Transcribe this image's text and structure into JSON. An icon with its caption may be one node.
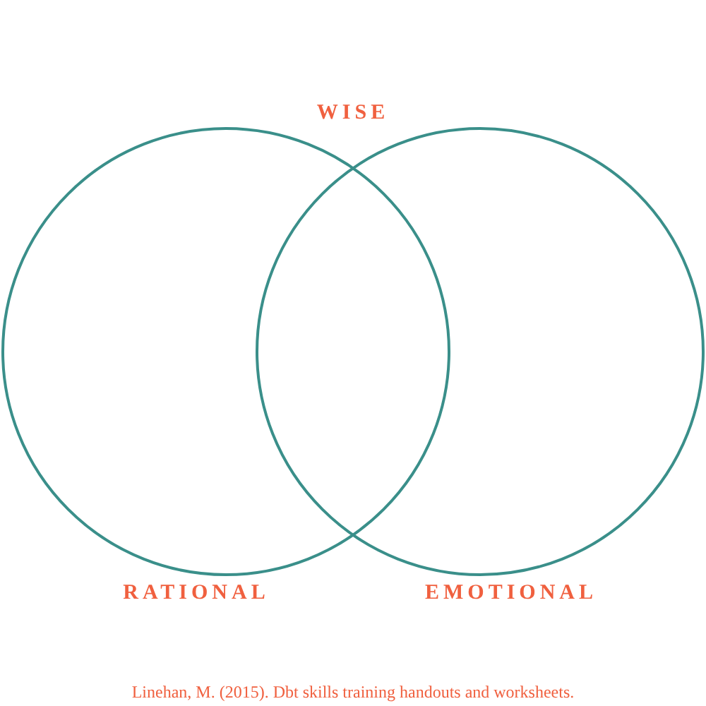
{
  "diagram": {
    "caption": "Linehan, M. (2015). Dbt skills training handouts and worksheets.",
    "nodes": [
      {
        "text": [
          "RATIONAL"
        ]
      },
      {
        "text": [
          "EMOTIONAL"
        ]
      }
    ],
    "labels": [
      "WISE"
    ]
  }
}
